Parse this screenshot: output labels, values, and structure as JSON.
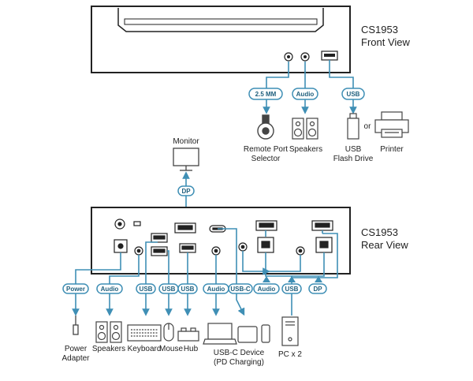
{
  "front": {
    "title": "CS1953",
    "subtitle": "Front View",
    "tags": {
      "remote": "2.5 MM",
      "audio": "Audio",
      "usb": "USB"
    },
    "devices": {
      "remote_line1": "Remote Port",
      "remote_line2": "Selector",
      "speakers": "Speakers",
      "flash_line1": "USB",
      "flash_line2": "Flash Drive",
      "or": "or",
      "printer": "Printer"
    }
  },
  "monitor": {
    "label": "Monitor",
    "tag": "DP"
  },
  "rear": {
    "title": "CS1953",
    "subtitle": "Rear View",
    "tags": {
      "power": "Power",
      "audio": "Audio",
      "usb1": "USB",
      "usb2": "USB",
      "usb3": "USB",
      "audio2": "Audio",
      "usbc": "USB-C",
      "audio3": "Audio",
      "usb4": "USB",
      "dp": "DP"
    },
    "devices": {
      "power_line1": "Power",
      "power_line2": "Adapter",
      "speakers": "Speakers",
      "keyboard": "Keyboard",
      "mouse": "Mouse",
      "hub": "Hub",
      "usbc_line1": "USB-C Device",
      "usbc_line2": "(PD Charging)",
      "pc": "PC x 2"
    }
  },
  "colors": {
    "cable": "#3f8fb5",
    "tag_fill": "#ffffff",
    "tag_border": "#3f8fb5",
    "tag_text": "#1f5f7d",
    "device": "#555555"
  }
}
